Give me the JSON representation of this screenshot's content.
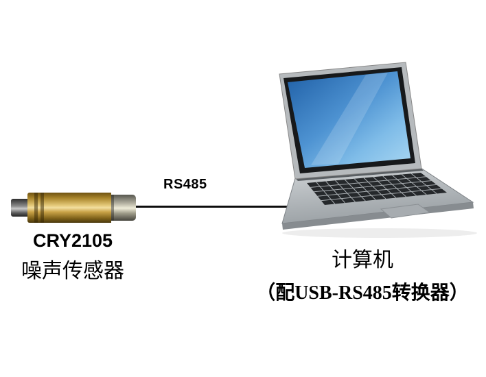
{
  "sensor": {
    "model": "CRY2105",
    "name": "噪声传感器"
  },
  "connection": {
    "label": "RS485"
  },
  "computer": {
    "name": "计算机",
    "detail": "（配USB-RS485转换器）"
  },
  "colors": {
    "background": "#ffffff",
    "text": "#000000",
    "cable": "#0d0d0d",
    "sensor_brass": "#d9b554",
    "laptop_screen_blue": "#4e93d2",
    "laptop_body_silver": "#b6babd"
  }
}
